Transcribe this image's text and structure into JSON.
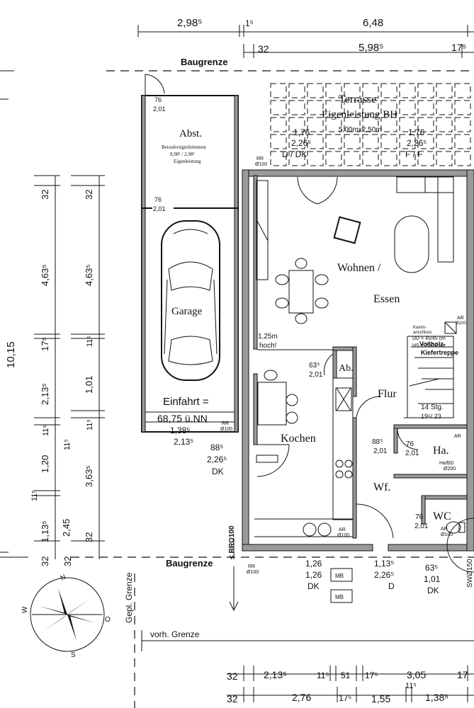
{
  "rooms": {
    "terrace": "Terrasse",
    "terrace_note": "Eigenleistung BH",
    "terrace_size": "5,00mx2,50m",
    "storage": "Abst.",
    "storage_note1": "Betonfertigteilelement",
    "storage_note2": "8,98⁵ / 2,98⁵",
    "storage_note3": "Eigenleistung",
    "garage": "Garage",
    "living1": "Wohnen /",
    "living2": "Essen",
    "kitchen": "Kochen",
    "hall": "Flur",
    "ab": "Ab.",
    "wf": "Wf.",
    "ha": "Ha.",
    "wc": "WC",
    "stairs1": "Vollholz-",
    "stairs2": "Kiefertreppe",
    "stairs_steps": "14 Stg.",
    "stairs_ratio": "19⁵/ 23",
    "chimney1": "Kamin-",
    "chimney2": "anschluss",
    "chimney_dd": "DD = 45/45 cm",
    "chimney_hs": "HS = 20/20 cm"
  },
  "labels": {
    "baugrenze_top": "Baugrenze",
    "baugrenze_bottom": "Baugrenze",
    "einfahrt1": "Einfahrt =",
    "einfahrt2": "68,75 ü.NN",
    "hoch1": "1,25m",
    "hoch2": "hoch!",
    "gepl_grenze": "Gepl. Grenze",
    "vorh_grenze": "vorh. Grenze",
    "rro100": "< RRO100",
    "sw150": "SWØ150",
    "rr": "RR",
    "o100": "Ø100",
    "ar": "AR",
    "hasbd": "Ha/BD",
    "o200": "Ø200",
    "mb": "MB"
  },
  "openings": {
    "d_dk_dims1": "1,76",
    "d_dk_dims2": "2,26⁵",
    "d_dk_type": "D / DK",
    "f_f_dims1": "1,76",
    "f_f_dims2": "2,26⁵",
    "f_f_type": "F / F",
    "abst_door1": "76",
    "abst_door2": "2,01",
    "garage_door1": "76",
    "garage_door2": "2,01",
    "entry_w": "88⁵",
    "entry_h": "2,26⁵",
    "entry_type": "DK",
    "small1": "1,38⁵",
    "small2": "2,13⁵",
    "ab_door1": "63⁵",
    "ab_door2": "2,01",
    "flur_door1": "88⁵",
    "flur_door2": "2,01",
    "ha_door1": "76",
    "ha_door2": "2,01",
    "wc_door1": "76",
    "wc_door2": "2,01",
    "k_win1": "1,26",
    "k_win2": "1,26",
    "k_type": "DK",
    "wf_win1": "1,13⁵",
    "wf_win2": "2,26⁵",
    "wf_type": "D",
    "wc_win1": "63⁵",
    "wc_win2": "1,01",
    "wc_type": "DK"
  },
  "dims_top": {
    "a": "2,98⁵",
    "b": "1⁵",
    "c": "6,48",
    "d": "32",
    "e": "5,98⁵",
    "f": "17⁵"
  },
  "dims_left": {
    "total": "10,15",
    "c1_a": "32",
    "c1_b": "4,63⁵",
    "c1_c": "17⁵",
    "c1_d": "2,13⁵",
    "c1_e": "11⁵",
    "c1_f": "1,20",
    "c1_g": "11⁵",
    "c1_h": "1,13⁵",
    "c1_i": "32",
    "c2_a": "32",
    "c2_b": "4,63⁵",
    "c2_c": "11⁵",
    "c2_d": "1,01",
    "c2_e": "11⁵",
    "c2_f": "3,63⁵",
    "c2_g": "2,45",
    "c2_h": "11⁵",
    "c2_i": "32",
    "c2_j": "32"
  },
  "dims_bottom": {
    "r1_a": "32",
    "r1_b": "2,13⁵",
    "r1_c": "11⁵",
    "r1_d": "51",
    "r1_e": "17⁵",
    "r1_f": "3,05",
    "r1_g": "17",
    "r2_a": "32",
    "r2_b": "2,76",
    "r2_c": "17⁵",
    "r2_d": "1,55",
    "r2_e": "11⁵",
    "r2_f": "1,38⁵"
  },
  "compass": {
    "n": "N",
    "s": "S",
    "w": "W",
    "o": "O"
  }
}
